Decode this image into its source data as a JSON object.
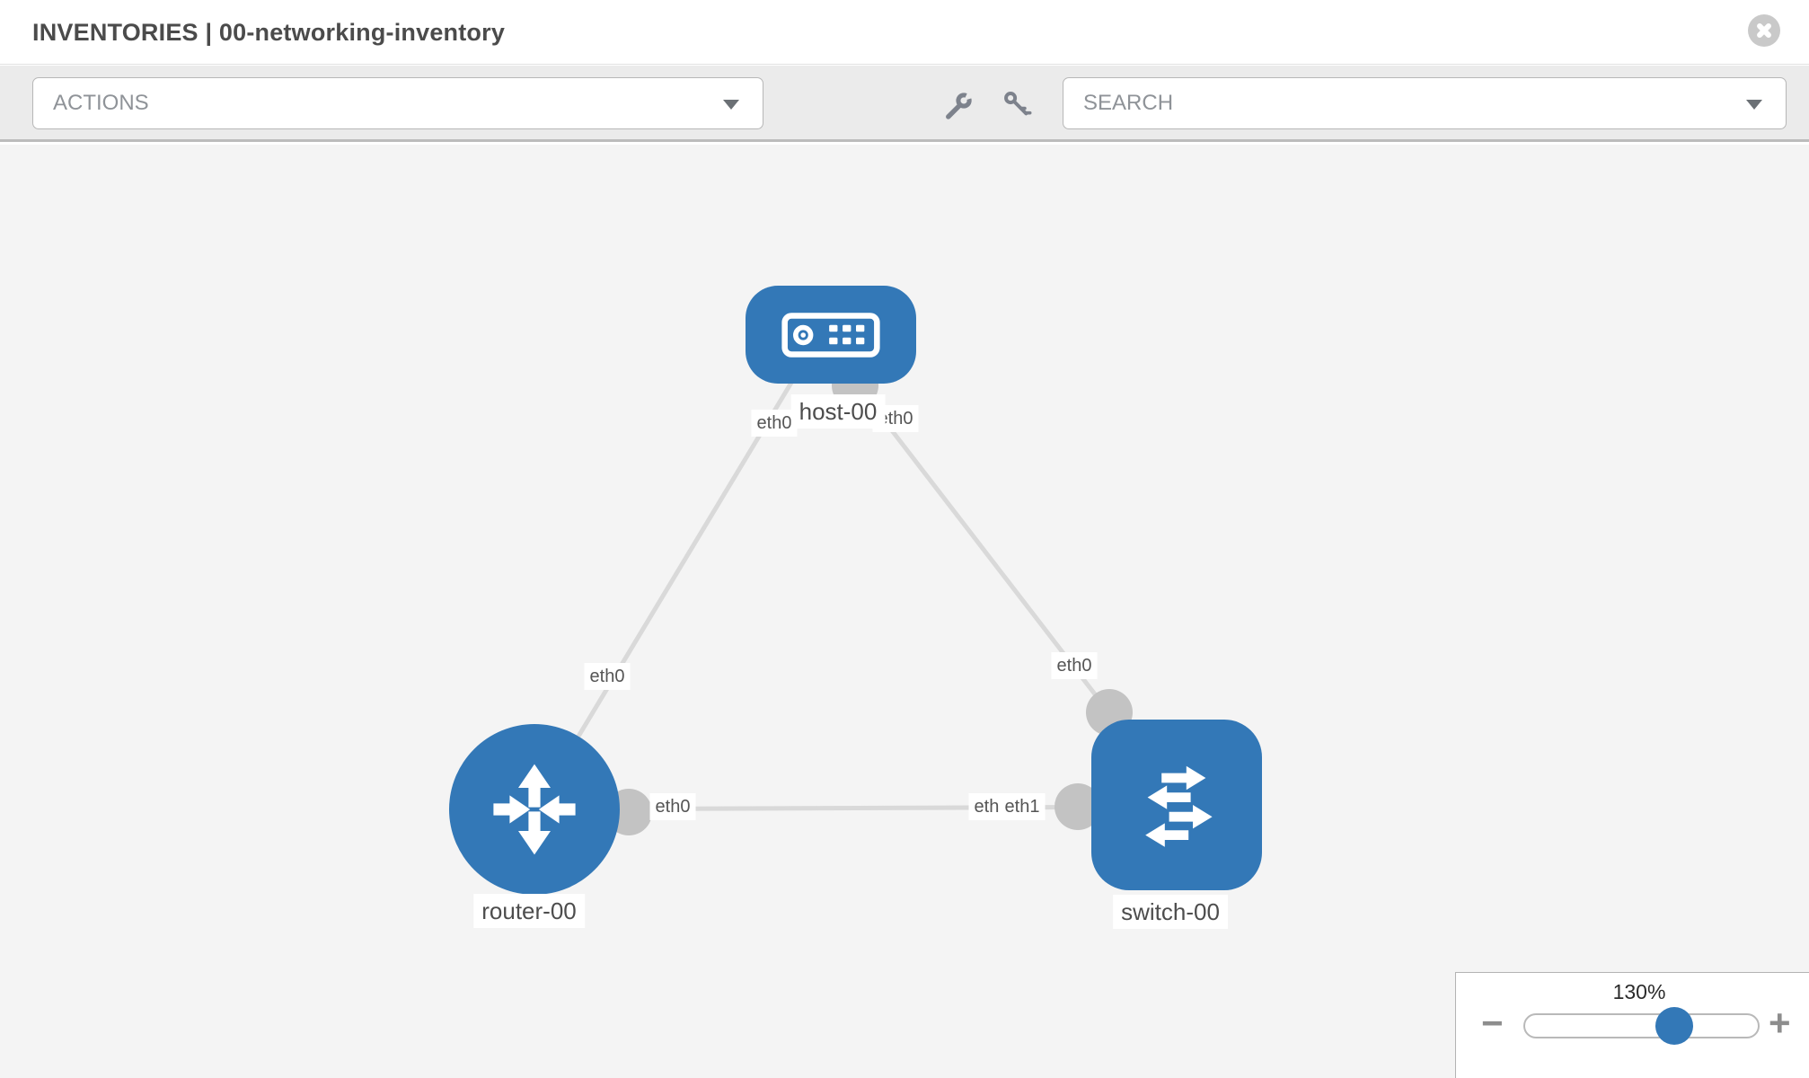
{
  "header": {
    "title": "INVENTORIES | 00-networking-inventory"
  },
  "toolbar": {
    "actions_label": "ACTIONS",
    "search_placeholder": "SEARCH"
  },
  "icons": {
    "close": "close-x-in-circle",
    "wrench": "wrench",
    "key": "key",
    "actions_caret": "chevron-down",
    "search_caret": "chevron-down"
  },
  "topology": {
    "nodes": [
      {
        "id": "host-00",
        "type": "host",
        "label": "host-00"
      },
      {
        "id": "router-00",
        "type": "router",
        "label": "router-00"
      },
      {
        "id": "switch-00",
        "type": "switch",
        "label": "switch-00"
      }
    ],
    "links": [
      {
        "source": "host-00",
        "target": "router-00"
      },
      {
        "source": "host-00",
        "target": "switch-00"
      },
      {
        "source": "router-00",
        "target": "switch-00"
      }
    ],
    "interface_labels": {
      "host_left": "eth0",
      "host_right": "eth0",
      "host_router_link": "eth0",
      "host_switch_link": "eth0",
      "router_port": "eth0",
      "switch_port_back": "eth0",
      "switch_port_front": "eth1"
    }
  },
  "zoom_control": {
    "level": "130%",
    "minus": "−",
    "plus": "+"
  },
  "colors": {
    "node_blue": "#3378b7",
    "edge_gray": "#d9d9d9",
    "port_gray": "#c3c3c3",
    "canvas_bg": "#f4f4f4",
    "toolbar_bg": "#ebebeb"
  }
}
